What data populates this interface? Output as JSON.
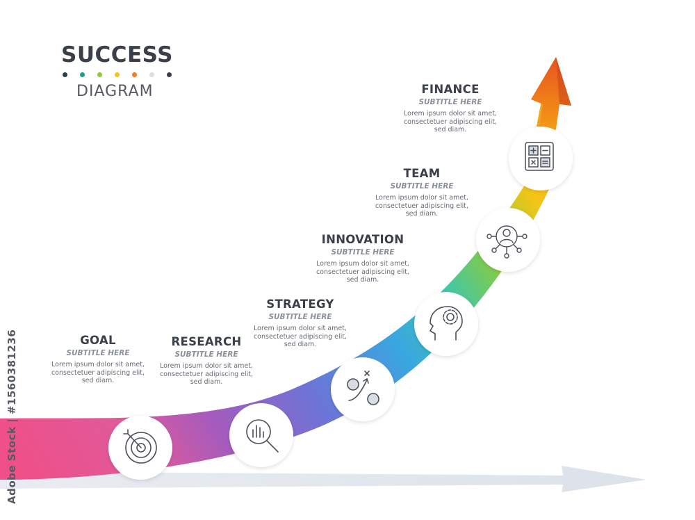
{
  "title": {
    "main": "SUCCESS",
    "sub": "DIAGRAM"
  },
  "palette": [
    "#23404f",
    "#1e9c8c",
    "#8dc63f",
    "#f6c318",
    "#f37b22",
    "#dcdcdc",
    "#3a3f4a"
  ],
  "steps": [
    {
      "title": "GOAL",
      "subtitle": "SUBTITLE HERE",
      "desc": [
        "Lorem ipsum dolor sit amet,",
        "consectetuer adipiscing elit,",
        "sed diam."
      ],
      "icon": "target-icon"
    },
    {
      "title": "RESEARCH",
      "subtitle": "SUBTITLE HERE",
      "desc": [
        "Lorem ipsum dolor sit amet,",
        "consectetuer adipiscing elit,",
        "sed diam."
      ],
      "icon": "magnifier-chart-icon"
    },
    {
      "title": "STRATEGY",
      "subtitle": "SUBTITLE HERE",
      "desc": [
        "Lorem ipsum dolor sit amet,",
        "consectetuer adipiscing elit,",
        "sed diam."
      ],
      "icon": "strategy-plan-icon"
    },
    {
      "title": "INNOVATION",
      "subtitle": "SUBTITLE HERE",
      "desc": [
        "Lorem ipsum dolor sit amet,",
        "consectetuer adipiscing elit,",
        "sed diam."
      ],
      "icon": "head-gear-icon"
    },
    {
      "title": "TEAM",
      "subtitle": "SUBTITLE HERE",
      "desc": [
        "Lorem ipsum dolor sit amet,",
        "consectetuer adipiscing elit,",
        "sed diam."
      ],
      "icon": "team-network-icon"
    },
    {
      "title": "FINANCE",
      "subtitle": "SUBTITLE HERE",
      "desc": [
        "Lorem ipsum dolor sit amet,",
        "consectetuer adipiscing elit,",
        "sed diam."
      ],
      "icon": "calculator-icon"
    }
  ],
  "watermark": "Adobe Stock | #1560381236"
}
